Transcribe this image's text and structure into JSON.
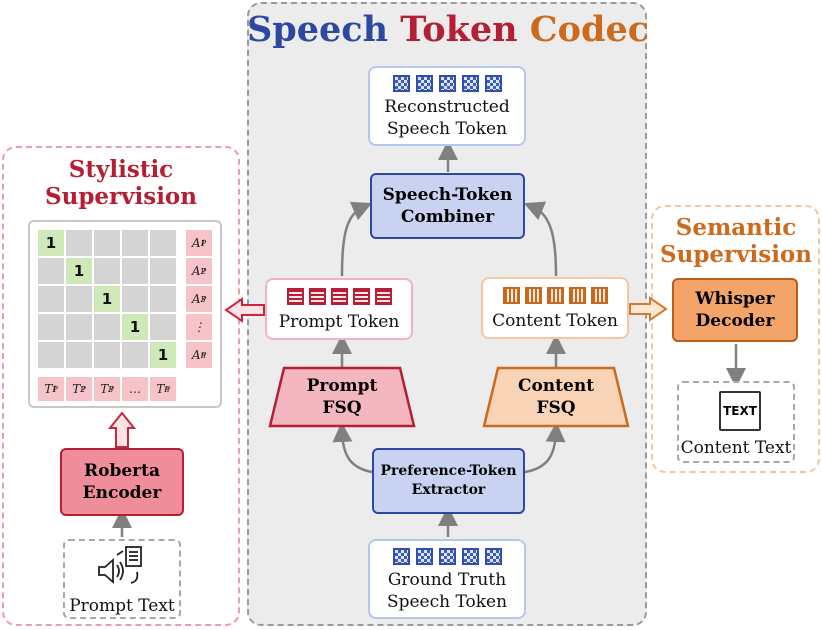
{
  "title": {
    "word1": "Speech",
    "word2": "Token",
    "word3": "Codec"
  },
  "colors": {
    "blue": "#2c48a0",
    "red": "#b51f33",
    "orange": "#cc6a1e"
  },
  "stylistic": {
    "line1": "Stylistic",
    "line2": "Supervision"
  },
  "semantic": {
    "line1": "Semantic",
    "line2": "Supervision"
  },
  "reconstructed": {
    "line1": "Reconstructed",
    "line2": "Speech Token"
  },
  "combiner": {
    "line1": "Speech-Token",
    "line2": "Combiner"
  },
  "prompt_token": {
    "label": "Prompt Token"
  },
  "content_token": {
    "label": "Content Token"
  },
  "prompt_fsq": {
    "line1": "Prompt",
    "line2": "FSQ"
  },
  "content_fsq": {
    "line1": "Content",
    "line2": "FSQ"
  },
  "extractor": {
    "line1": "Preference-Token",
    "line2": "Extractor"
  },
  "ground_truth": {
    "line1": "Ground Truth",
    "line2": "Speech Token"
  },
  "whisper": {
    "line1": "Whisper",
    "line2": "Decoder"
  },
  "content_text": {
    "icon_text": "TEXT",
    "label": "Content Text"
  },
  "roberta": {
    "line1": "Roberta",
    "line2": "Encoder"
  },
  "prompt_text": {
    "label": "Prompt Text"
  },
  "matrix": {
    "diag_value": "1",
    "row_labels": [
      "A1P",
      "A2P",
      "A3P",
      "⋮",
      "AnP"
    ],
    "col_labels": [
      "T1P",
      "T2P",
      "T3P",
      "…",
      "TnP"
    ]
  }
}
